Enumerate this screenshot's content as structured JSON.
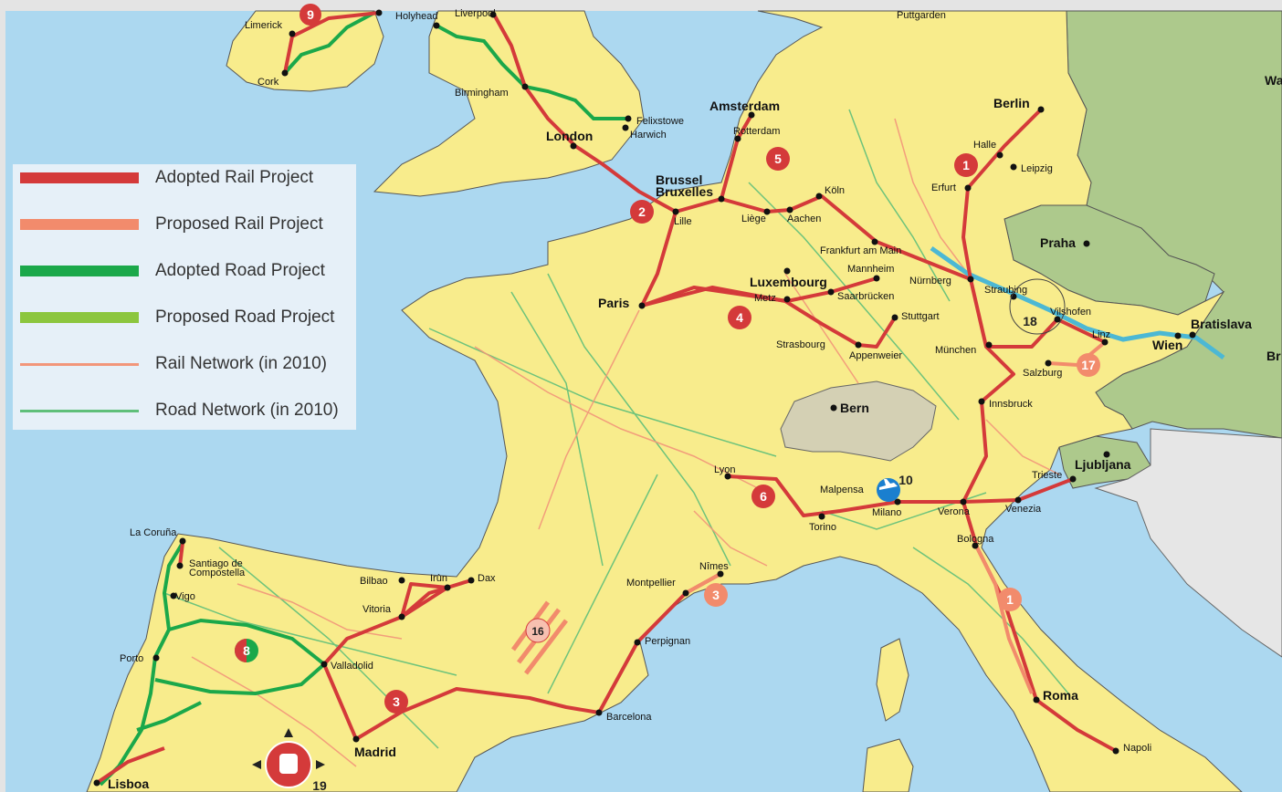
{
  "legend": [
    {
      "label": "Adopted Rail Project",
      "color": "#d43a3a",
      "thickness": "thick"
    },
    {
      "label": "Proposed Rail Project",
      "color": "#f28b6c",
      "thickness": "thick"
    },
    {
      "label": "Adopted Road Project",
      "color": "#1ba84a",
      "thickness": "thick"
    },
    {
      "label": "Proposed Road Project",
      "color": "#8cc63e",
      "thickness": "thick"
    },
    {
      "label": "Rail Network  (in 2010)",
      "color": "#f2967a",
      "thickness": "thin"
    },
    {
      "label": "Road Network  (in 2010)",
      "color": "#5fbf7a",
      "thickness": "thin"
    }
  ],
  "capitals": [
    "Amsterdam",
    "Berlin",
    "London",
    "Brussel",
    "Bruxelles",
    "Luxembourg",
    "Paris",
    "Praha",
    "Bratislava",
    "Wien",
    "Bern",
    "Ljubljana",
    "Madrid",
    "Lisboa",
    "Roma"
  ],
  "cities": [
    "Holyhead",
    "Liverpool",
    "Puttgarden",
    "Limerick",
    "Cork",
    "Birmingham",
    "Felixstowe",
    "Harwich",
    "Rotterdam",
    "Halle",
    "Leipzig",
    "Erfurt",
    "Köln",
    "Lille",
    "Liège",
    "Aachen",
    "Frankfurt am Main",
    "Mannheim",
    "Nürnberg",
    "Straubing",
    "Metz",
    "Saarbrücken",
    "Stuttgart",
    "Vilshofen",
    "Linz",
    "Strasbourg",
    "Appenweier",
    "München",
    "Salzburg",
    "Innsbruck",
    "Lyon",
    "Malpensa",
    "Milano",
    "Torino",
    "Verona",
    "Trieste",
    "Venezia",
    "Bologna",
    "La Coruña",
    "Santiago de",
    "Compostella",
    "Vigo",
    "Bilbao",
    "Irùn",
    "Dax",
    "Vitoria",
    "Nîmes",
    "Montpellier",
    "Porto",
    "Valladolid",
    "Perpignan",
    "Barcelona",
    "Napoli"
  ],
  "projects": [
    "9",
    "5",
    "1",
    "2",
    "4",
    "18",
    "17",
    "6",
    "10",
    "3",
    "16",
    "8",
    "1",
    "3",
    "19"
  ],
  "edge_labels": [
    "Wa",
    "Br"
  ],
  "colors": {
    "sea": "#acd8f0",
    "land": "#f8ec8c",
    "east": "#adc98c",
    "switzerland": "#d4d0b4",
    "rail_project": "#d43a3a",
    "proposed_rail": "#f28b6c",
    "road_project": "#1ba84a",
    "danube": "#4cb8d4"
  }
}
